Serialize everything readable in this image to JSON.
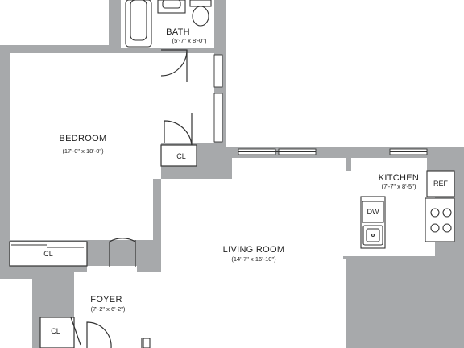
{
  "rooms": {
    "bath": {
      "name": "BATH",
      "dims": "(5'-7\" x 8'-0\")"
    },
    "bedroom": {
      "name": "BEDROOM",
      "dims": "(17'-0\" x 18'-0\")"
    },
    "living": {
      "name": "LIVING ROOM",
      "dims": "(14'-7\" x 16'-10\")"
    },
    "kitchen": {
      "name": "KITCHEN",
      "dims": "(7'-7\" x 8'-5\")"
    },
    "foyer": {
      "name": "FOYER",
      "dims": "(7'-2\" x 6'-2\")"
    }
  },
  "fixtures": {
    "closet": "CL",
    "fridge": "REF",
    "dishwasher": "DW"
  },
  "colors": {
    "wall": "#a7a9ab",
    "line": "#333333"
  }
}
